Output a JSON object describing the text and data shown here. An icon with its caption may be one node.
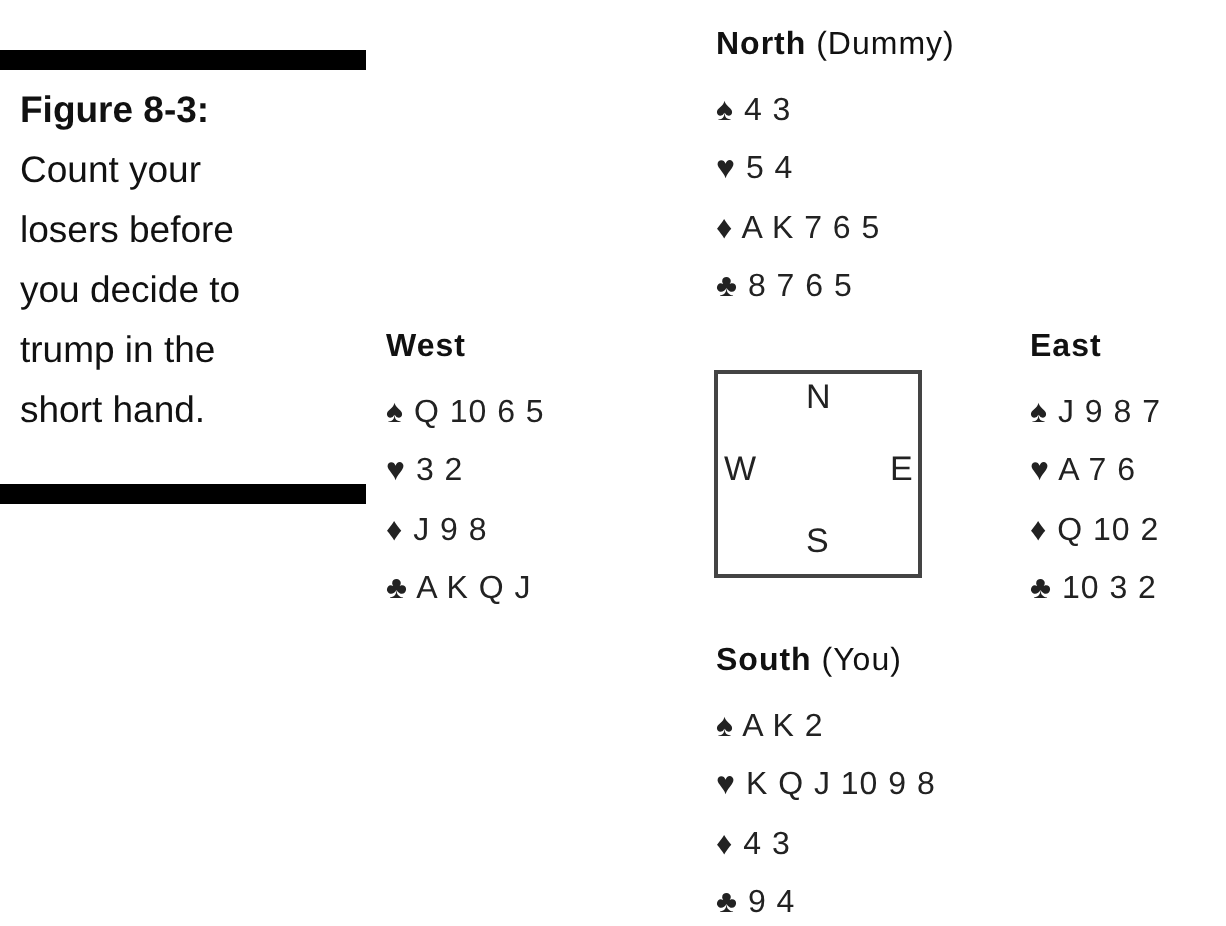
{
  "diagram": {
    "caption": "**Figure 8-3:** Count your losers before you decide to trump in the short hand.",
    "nodes": [
      {
        "text": [
          "N",
          "W",
          "E",
          "S"
        ]
      }
    ],
    "labels": [
      "**North** (Dummy)",
      "♠ 4 3",
      "♥ 5 4",
      "♦ A K 7 6 5",
      "♣ 8 7 6 5",
      "**West**",
      "♠ Q 10 6 5",
      "♥ 3 2",
      "♦ J 9 8",
      "♣ A K Q J",
      "**East**",
      "♠ J 9 8 7",
      "♥ A 7 6",
      "♦ Q 10 2",
      "♣ 10 3 2",
      "**South** (You)",
      "♠ A K 2",
      "♥ K Q J 10 9 8",
      "♦ 4 3",
      "♣ 9 4"
    ]
  }
}
